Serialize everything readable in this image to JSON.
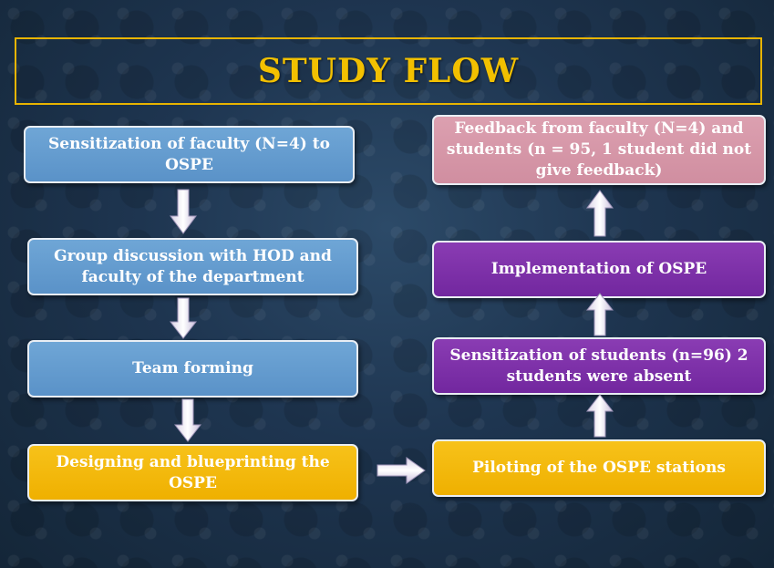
{
  "title": "STUDY FLOW",
  "steps": {
    "sensitization_faculty": "Sensitization of faculty (N=4) to OSPE",
    "group_discussion": "Group discussion with HOD and faculty of the department",
    "team_forming": "Team forming",
    "designing": "Designing and blueprinting the OSPE",
    "piloting": "Piloting of the OSPE stations",
    "sensitization_students": "Sensitization of students (n=96) 2 students were absent",
    "implementation": "Implementation of OSPE",
    "feedback": "Feedback from faculty (N=4) and students (n = 95, 1 student did not give feedback)"
  },
  "colors": {
    "blue": "#6a9fd2",
    "yellow": "#f4b80e",
    "purple": "#7b2fa8",
    "pink": "#d897a8",
    "title": "#f2c000"
  }
}
